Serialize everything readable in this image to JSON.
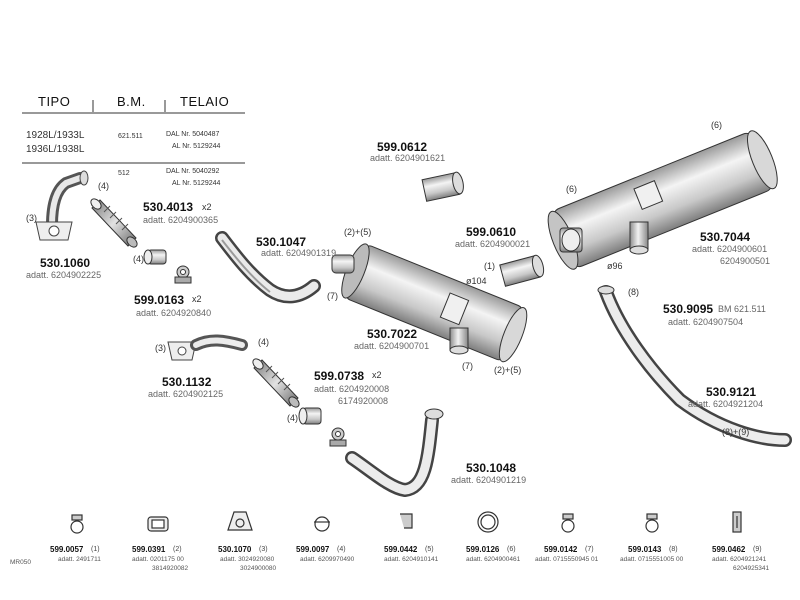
{
  "header": {
    "col_tipo": "TIPO",
    "col_bm": "B.M.",
    "col_telaio": "TELAIO",
    "rows": [
      {
        "tipo": "1928L/1933L",
        "bm": "621.511",
        "dal": "DAL Nr. 5040487",
        "al": "AL Nr. 5129244"
      },
      {
        "tipo": "1936L/1938L",
        "bm": "",
        "dal": "",
        "al": ""
      },
      {
        "tipo": "",
        "bm": "512",
        "dal": "DAL Nr. 5040292",
        "al": "AL Nr. 5129244"
      }
    ]
  },
  "callouts": {
    "c3a": "(3)",
    "c4a": "(4)",
    "c4b": "(4)",
    "c3b": "(3)",
    "c4c": "(4)",
    "c4d": "(4)",
    "c25a": "(2)+(5)",
    "c7a": "(7)",
    "c1": "(1)",
    "c104": "ø104",
    "c7b": "(7)",
    "c25b": "(2)+(5)",
    "c6a": "(6)",
    "c6b": "(6)",
    "c96": "ø96",
    "c8": "(8)",
    "c89": "(8)+(9)"
  },
  "parts": [
    {
      "id": "p5301060",
      "number": "530.1060",
      "adatt": "adatt. 6204902225"
    },
    {
      "id": "p5304013",
      "number": "530.4013",
      "qty": "x2",
      "adatt": "adatt. 6204900365"
    },
    {
      "id": "p5991063",
      "number": "599.0163",
      "qty": "x2",
      "adatt": "adatt. 6204920840"
    },
    {
      "id": "p5301047",
      "number": "530.1047",
      "adatt": "adatt. 6204901319"
    },
    {
      "id": "p5990612",
      "number": "599.0612",
      "adatt": "adatt. 6204901621"
    },
    {
      "id": "p5990610",
      "number": "599.0610",
      "adatt": "adatt. 6204900021"
    },
    {
      "id": "p5307022",
      "number": "530.7022",
      "adatt": "adatt. 6204900701"
    },
    {
      "id": "p5307044",
      "number": "530.7044",
      "adatt": "adatt. 6204900601",
      "adatt2": "6204900501"
    },
    {
      "id": "p5309095",
      "number": "530.9095",
      "bm": "BM  621.511",
      "adatt": "adatt. 6204907504"
    },
    {
      "id": "p5301132",
      "number": "530.1132",
      "adatt": "adatt. 6204902125"
    },
    {
      "id": "p5990738",
      "number": "599.0738",
      "qty": "x2",
      "adatt": "adatt. 6204920008",
      "adatt2": "6174920008"
    },
    {
      "id": "p5301048",
      "number": "530.1048",
      "adatt": "adatt. 6204901219"
    },
    {
      "id": "p5309121",
      "number": "530.9121",
      "adatt": "adatt. 6204921204"
    }
  ],
  "bottom_parts": [
    {
      "number": "599.0057",
      "q": "(1)",
      "a1": "adatt. 2491711",
      "a2": ""
    },
    {
      "number": "599.0391",
      "q": "(2)",
      "a1": "adatt. 0201175 00",
      "a2": "3814920082"
    },
    {
      "number": "530.1070",
      "q": "(3)",
      "a1": "adatt. 3024920080",
      "a2": "3024900080"
    },
    {
      "number": "599.0097",
      "q": "(4)",
      "a1": "adatt. 6209970490",
      "a2": ""
    },
    {
      "number": "599.0442",
      "q": "(5)",
      "a1": "adatt. 6204910141",
      "a2": ""
    },
    {
      "number": "599.0126",
      "q": "(6)",
      "a1": "adatt. 6204900461",
      "a2": ""
    },
    {
      "number": "599.0142",
      "q": "(7)",
      "a1": "adatt. 0715550945 01",
      "a2": ""
    },
    {
      "number": "599.0143",
      "q": "(8)",
      "a1": "adatt. 0715551005 00",
      "a2": ""
    },
    {
      "number": "599.0462",
      "q": "(9)",
      "a1": "adatt. 6204921241",
      "a2": "6204925341"
    }
  ],
  "footer_code": "MR050"
}
